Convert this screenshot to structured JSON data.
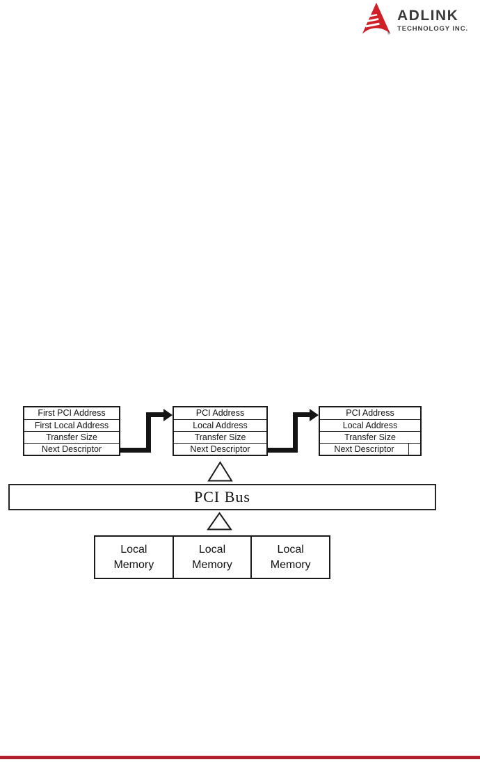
{
  "page": {
    "background": "#ffffff"
  },
  "logo": {
    "brand": "ADLINK",
    "subtitle": "TECHNOLOGY INC.",
    "registered_mark": "®",
    "brand_color": "#cf2027",
    "text_color": "#3a3a3c",
    "mark_icon": "adlink-striped-triangle"
  },
  "diagram": {
    "descriptor_blocks": [
      {
        "rows": [
          "First PCI Address",
          "First Local Address",
          "Transfer Size",
          "Next Descriptor"
        ]
      },
      {
        "rows": [
          "PCI Address",
          "Local Address",
          "Transfer Size",
          "Next Descriptor"
        ]
      },
      {
        "rows": [
          "PCI Address",
          "Local Address",
          "Transfer Size",
          "Next Descriptor"
        ],
        "end_of_chain_cell": true
      }
    ],
    "connector_icons": {
      "chain_arrow": "elbow-arrow-right",
      "bus_connector": "triangle-up-outline"
    },
    "bus_label": "PCI Bus",
    "memory_cells": [
      "Local\nMemory",
      "Local\nMemory",
      "Local\nMemory"
    ],
    "line_color": "#1a1a1a"
  },
  "footer": {
    "rule_color": "#b21f2d"
  }
}
